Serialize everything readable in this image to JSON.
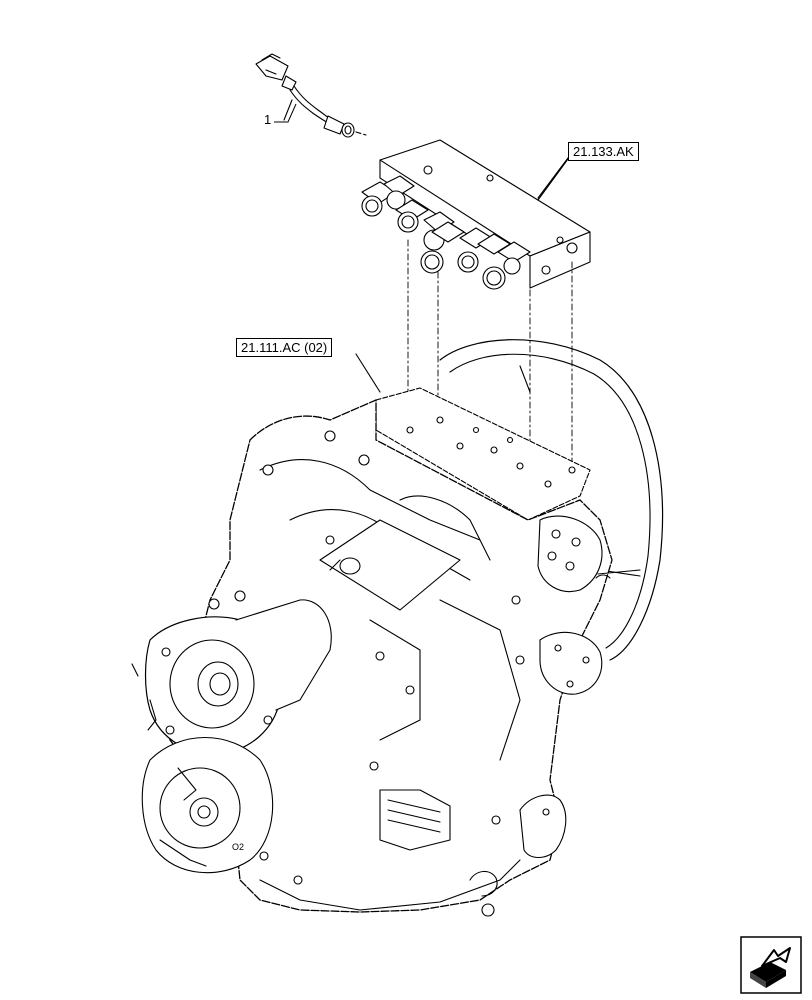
{
  "diagram": {
    "callouts": [
      {
        "id": "item-1",
        "label": "1"
      }
    ],
    "references": [
      {
        "id": "ref-valve-block",
        "label": "21.133.AK"
      },
      {
        "id": "ref-transmission",
        "label": "21.111.AC (02)"
      }
    ]
  },
  "nav": {
    "icon": "next-page-arrow-icon"
  }
}
